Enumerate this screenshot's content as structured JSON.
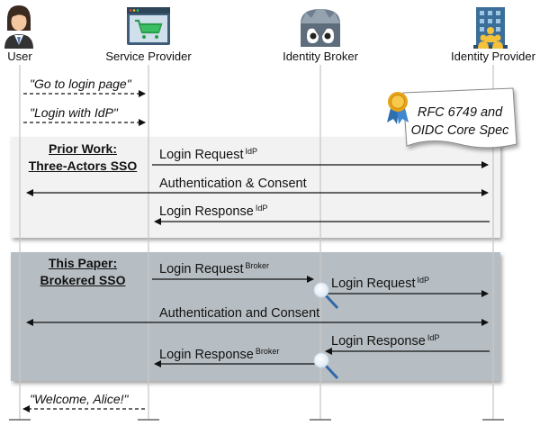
{
  "actors": {
    "user": "User",
    "sp": "Service Provider",
    "broker": "Identity Broker",
    "idp": "Identity Provider"
  },
  "notes": {
    "go_login": "\"Go to login page\"",
    "login_idp": "\"Login with IdP\"",
    "welcome": "\"Welcome, Alice!\""
  },
  "rfc": {
    "line1": "RFC 6749 and",
    "line2": "OIDC Core Spec"
  },
  "prior": {
    "title1": "Prior Work:",
    "title2": "Three-Actors SSO",
    "login_request": "Login Request",
    "login_request_sup": "IdP",
    "auth": "Authentication & Consent",
    "login_response": "Login Response",
    "login_response_sup": "IdP"
  },
  "paper": {
    "title1": "This Paper:",
    "title2": "Brokered SSO",
    "login_request_broker": "Login Request",
    "login_request_broker_sup": "Broker",
    "login_request_idp": "Login Request",
    "login_request_idp_sup": "IdP",
    "auth": "Authentication and Consent",
    "login_response_idp": "Login Response",
    "login_response_idp_sup": "IdP",
    "login_response_broker": "Login Response",
    "login_response_broker_sup": "Broker"
  },
  "colors": {
    "prior_box": "#f2f2f2",
    "paper_box": "#b7bec3",
    "lifeline": "#c8c8c8"
  }
}
